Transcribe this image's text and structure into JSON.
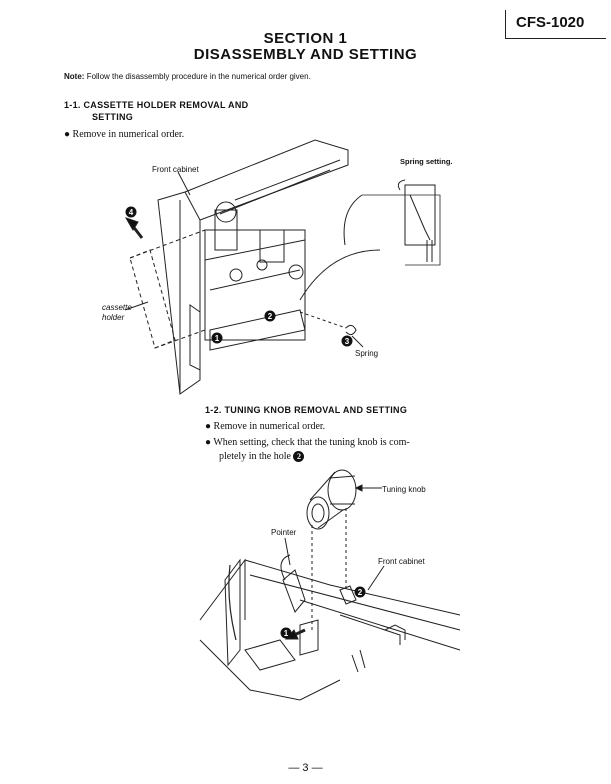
{
  "header": {
    "model": "CFS-1020"
  },
  "title": {
    "section": "SECTION 1",
    "subtitle": "DISASSEMBLY AND SETTING"
  },
  "note": {
    "label": "Note:",
    "text": "Follow the disassembly procedure in the numerical order given."
  },
  "sec11": {
    "heading_line1": "1-1.  CASSETTE HOLDER REMOVAL AND",
    "heading_line2": "SETTING",
    "bullet": "●  Remove in numerical order.",
    "labels": {
      "front_cabinet": "Front cabinet",
      "spring_setting": "Spring setting.",
      "cassette": "cassette",
      "holder": "holder",
      "spring": "Spring"
    },
    "markers": [
      "1",
      "2",
      "3",
      "4"
    ]
  },
  "sec12": {
    "heading": "1-2.  TUNING KNOB REMOVAL AND SETTING",
    "bullet1": "●  Remove in numerical order.",
    "bullet2": "●  When setting, check that the tuning knob is com-",
    "bullet2_cont": "pletely in the hole",
    "bullet2_marker": "2",
    "labels": {
      "tuning_knob": "Tuning knob",
      "pointer": "Pointer",
      "front_cabinet": "Front cabinet"
    },
    "markers": [
      "1",
      "2"
    ]
  },
  "footer": {
    "page": "— 3 —"
  }
}
